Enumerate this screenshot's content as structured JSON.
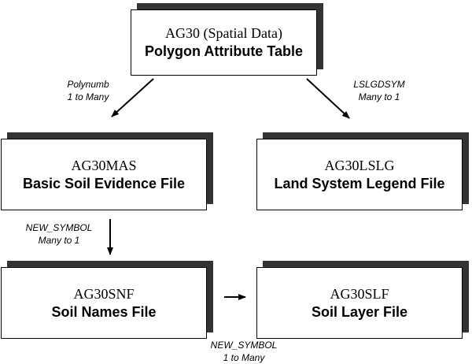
{
  "entities": {
    "ag30": {
      "code": "AG30 (Spatial Data)",
      "name": "Polygon Attribute Table"
    },
    "ag30mas": {
      "code": "AG30MAS",
      "name": "Basic Soil Evidence File"
    },
    "ag30lslg": {
      "code": "AG30LSLG",
      "name": "Land System Legend File"
    },
    "ag30snf": {
      "code": "AG30SNF",
      "name": "Soil Names File"
    },
    "ag30slf": {
      "code": "AG30SLF",
      "name": "Soil Layer File"
    }
  },
  "relationships": {
    "ag30_to_mas": {
      "key": "Polynumb",
      "cardinality": "1 to Many"
    },
    "ag30_to_lslg": {
      "key": "LSLGDSYM",
      "cardinality": "Many to 1"
    },
    "mas_to_snf": {
      "key": "NEW_SYMBOL",
      "cardinality": "Many to 1"
    },
    "snf_to_slf": {
      "key": "NEW_SYMBOL",
      "cardinality": "1 to Many"
    }
  },
  "colors": {
    "box_shadow": "#333333",
    "border": "#000000",
    "background": "#ffffff"
  }
}
